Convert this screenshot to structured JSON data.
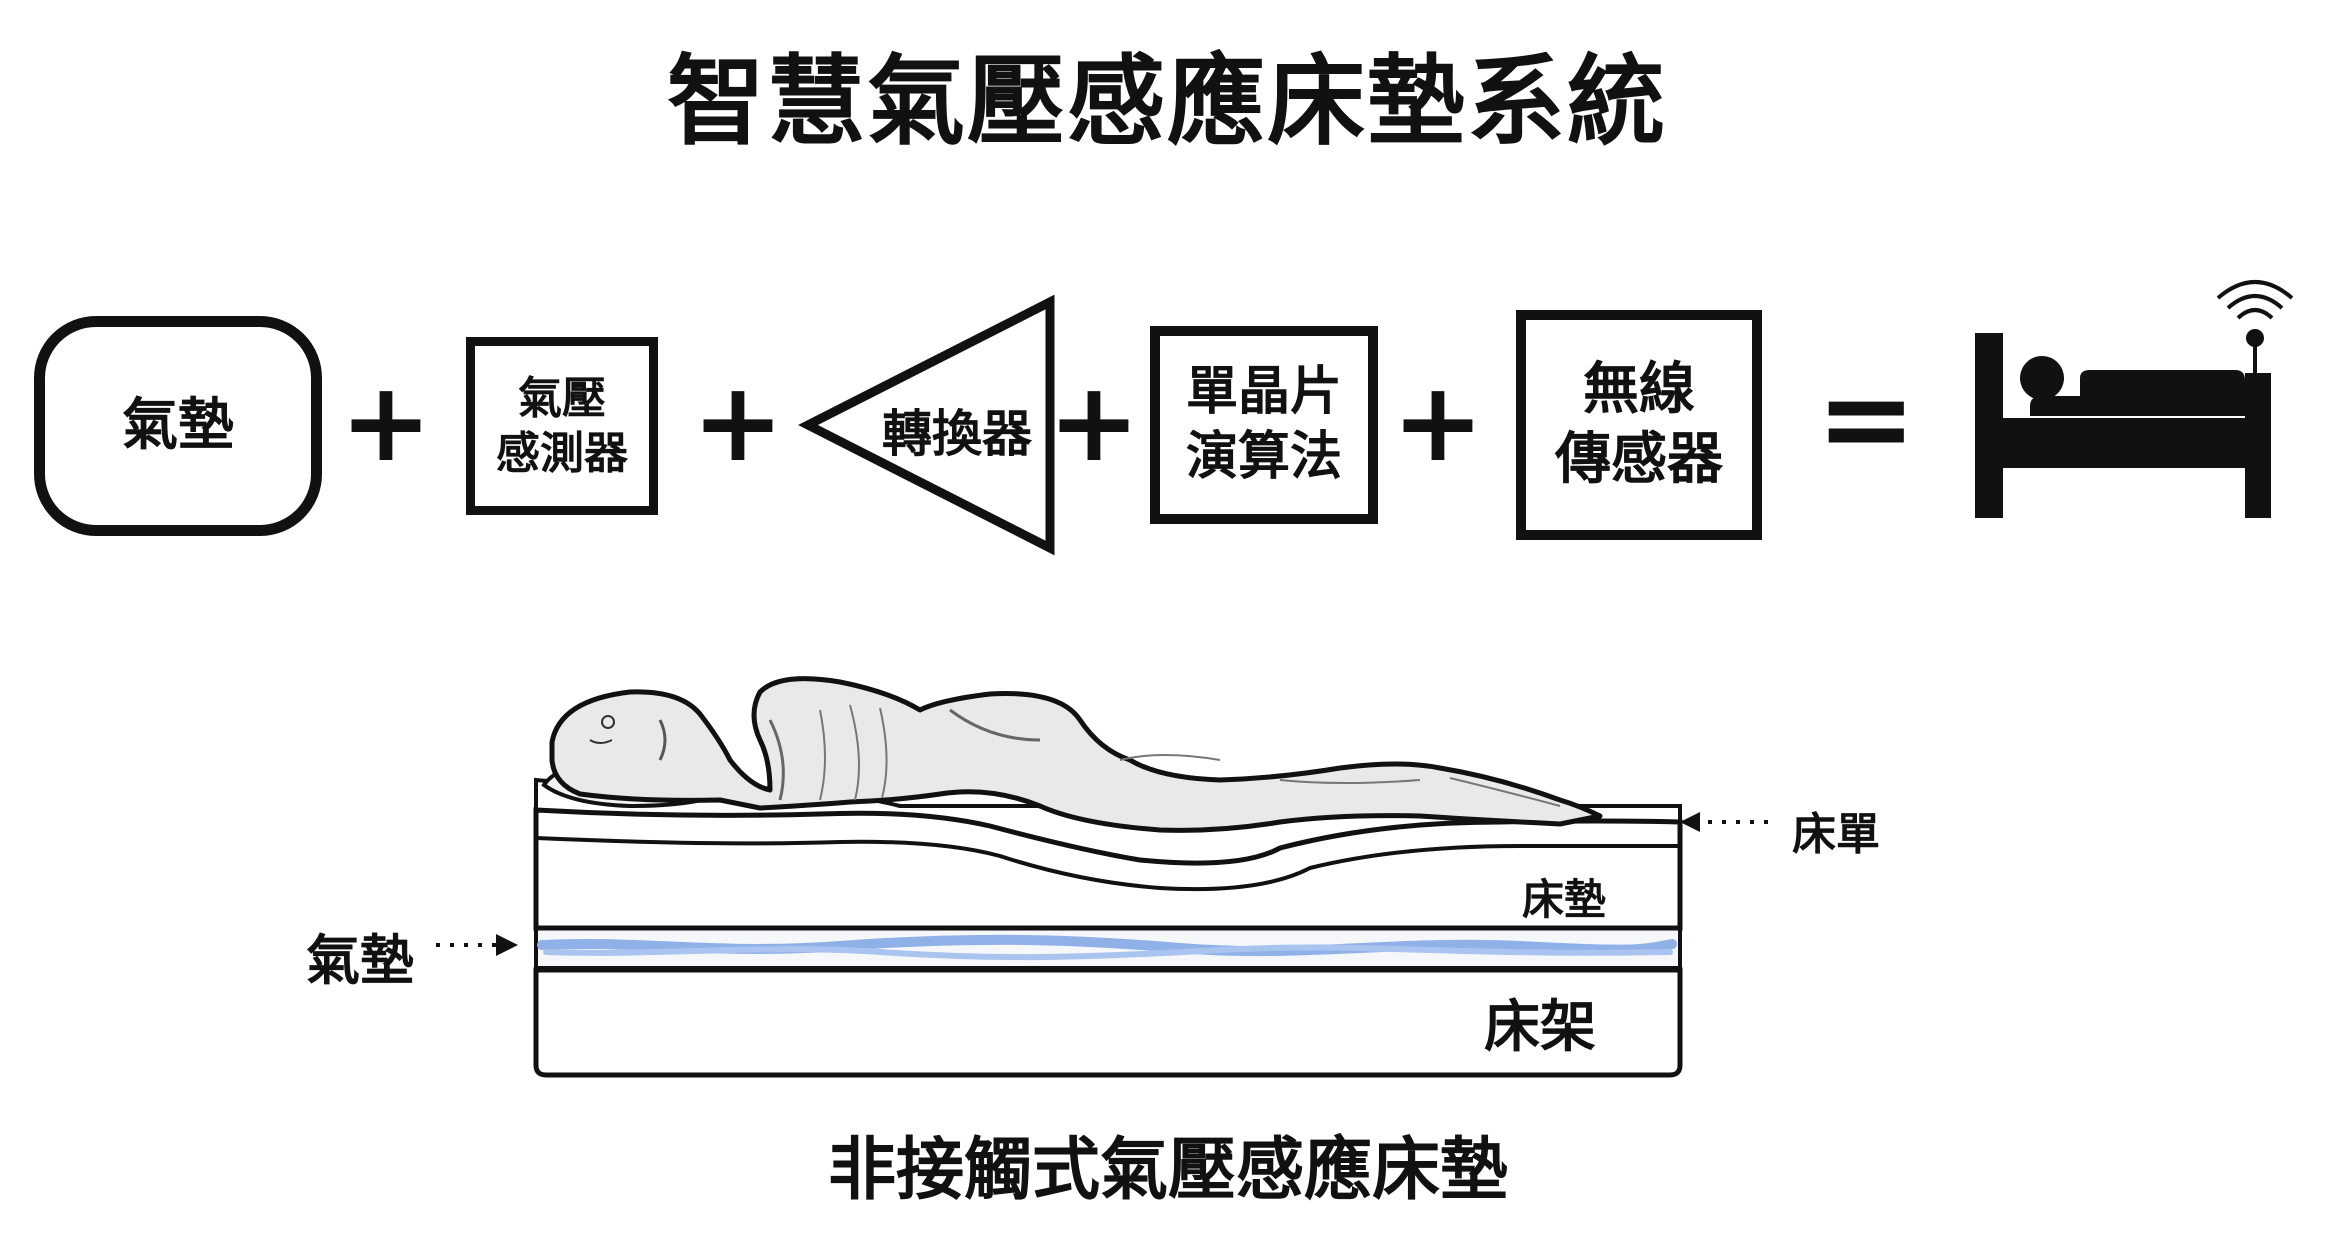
{
  "title": "智慧氣壓感應床墊系統",
  "equation": {
    "items": [
      {
        "label_line1": "氣墊",
        "label_line2": ""
      },
      {
        "label_line1": "氣壓",
        "label_line2": "感測器"
      },
      {
        "label_line1": "轉換器",
        "label_line2": ""
      },
      {
        "label_line1": "單晶片",
        "label_line2": "演算法"
      },
      {
        "label_line1": "無線",
        "label_line2": "傳感器"
      }
    ],
    "plus": "+",
    "equals": "="
  },
  "illustration": {
    "labels": {
      "sheet": "床單",
      "mattress": "床墊",
      "air_cushion": "氣墊",
      "bed_frame": "床架"
    },
    "caption": "非接觸式氣壓感應床墊"
  }
}
